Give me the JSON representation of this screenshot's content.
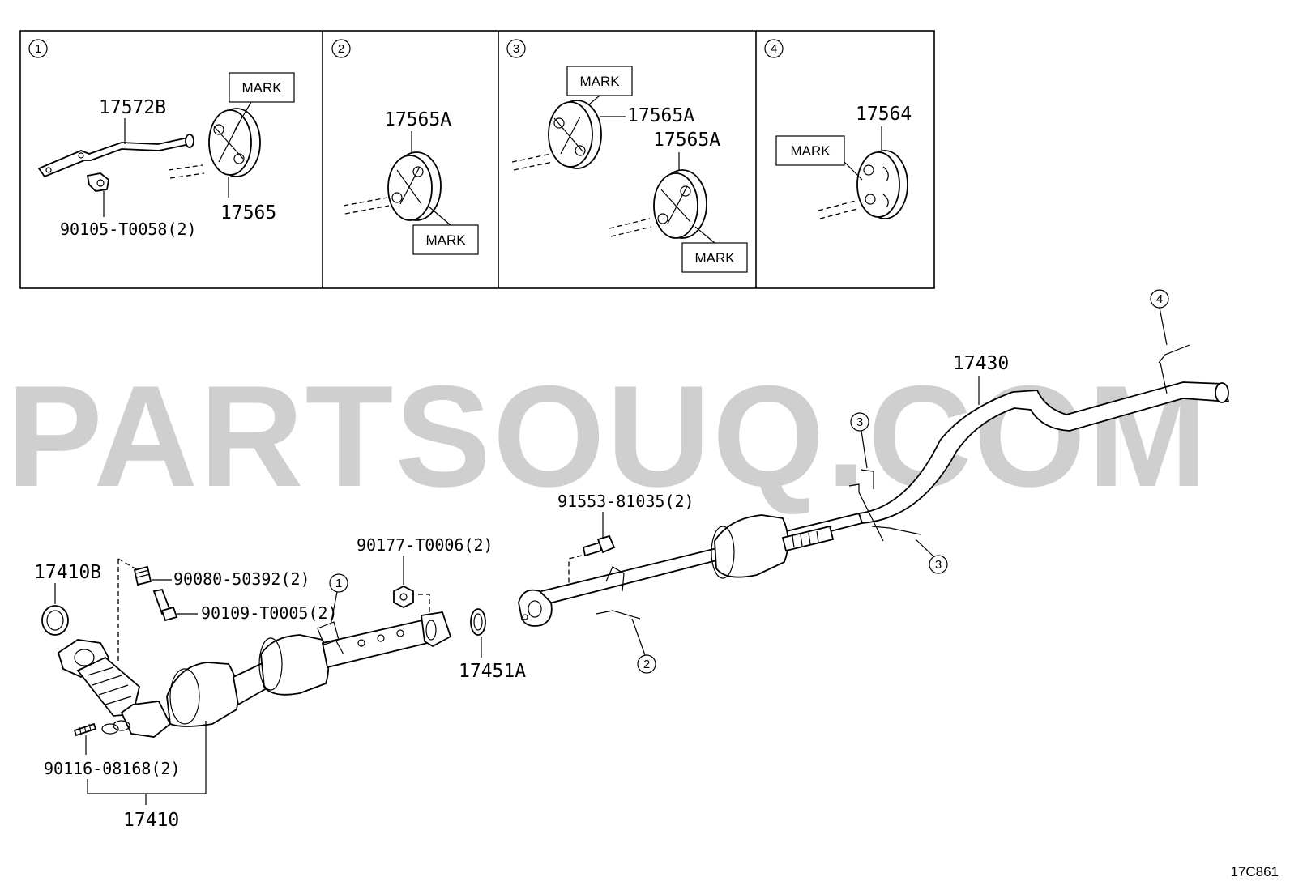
{
  "watermark": "PARTSOUQ.COM",
  "diagram_code": "17C861",
  "mark_label": "MARK",
  "inset_numbers": [
    "1",
    "2",
    "3",
    "4"
  ],
  "inset1": {
    "bracket": "17572B",
    "bolt": "90105-T0058(2)",
    "hanger": "17565"
  },
  "inset2": {
    "hanger": "17565A"
  },
  "inset3": {
    "hanger_top": "17565A",
    "hanger_bottom": "17565A"
  },
  "inset4": {
    "hanger": "17564"
  },
  "main": {
    "gasket_left": "17410B",
    "stud": "90080-50392(2)",
    "bolt_front": "90109-T0005(2)",
    "nut": "90177-T0006(2)",
    "gasket_mid": "17451A",
    "front_pipe_stud": "90116-08168(2)",
    "front_pipe": "17410",
    "bolt_center": "91553-81035(2)",
    "tail_pipe": "17430"
  },
  "callouts": {
    "c1": "1",
    "c2": "2",
    "c3a": "3",
    "c3b": "3",
    "c4": "4"
  }
}
